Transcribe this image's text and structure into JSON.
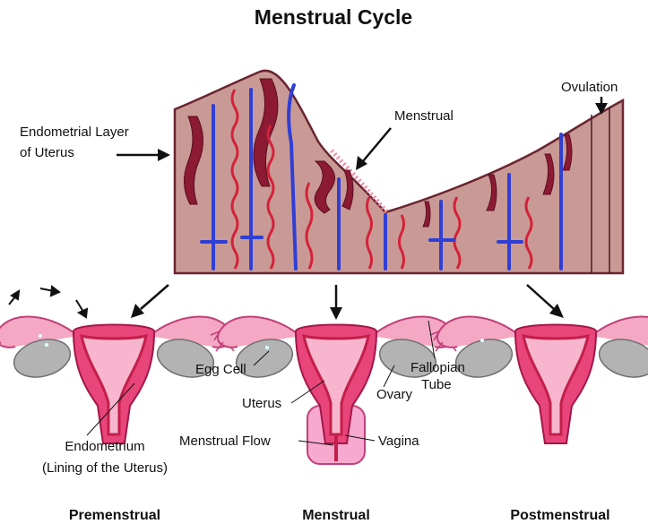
{
  "title": "Menstrual Cycle",
  "labels": {
    "endometrial_line1": "Endometrial Layer",
    "endometrial_line2": "of Uterus",
    "menstrual": "Menstrual",
    "ovulation": "Ovulation",
    "egg_cell": "Egg Cell",
    "uterus": "Uterus",
    "ovary": "Ovary",
    "fallopian_line1": "Fallopian",
    "fallopian_line2": "Tube",
    "menstrual_flow": "Menstrual Flow",
    "vagina": "Vagina",
    "endometrium_line1": "Endometrium",
    "endometrium_line2": "(Lining of the Uterus)"
  },
  "phases": [
    "Premenstrual",
    "Menstrual",
    "Postmenstrual"
  ],
  "colors": {
    "tissue": "#c99a95",
    "tissue_edge": "#6b2430",
    "artery": "#d4213a",
    "gland": "#8b1a32",
    "vein": "#2f3fd6",
    "organ_pink": "#f4a8c4",
    "organ_edge": "#c2407a",
    "uterus_fill": "#e8457a",
    "ovary_gray": "#b3b3b3",
    "vagina_pink": "#f7a9cf"
  }
}
